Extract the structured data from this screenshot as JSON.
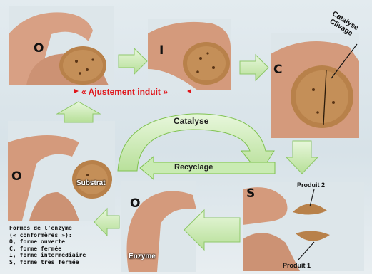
{
  "stages": {
    "open": "O",
    "intermediate": "I",
    "closed": "C",
    "very_closed": "S",
    "open_bottom": "O",
    "open_left": "O"
  },
  "labels": {
    "induced_fit": "« Ajustement induit »",
    "catalysis": "Catalyse",
    "recycling": "Recyclage",
    "catalysis_cleavage_line1": "Catalyse",
    "catalysis_cleavage_line2": "Clivage",
    "substrate": "Substrat",
    "enzyme": "Enzyme",
    "product_1": "Produit 1",
    "product_2": "Produit 2"
  },
  "legend": {
    "line1": "Formes de l'enzyme",
    "line2": "(« conformères »):",
    "line3": "O, forme ouverte",
    "line4": "C, forme fermée",
    "line5": "I, forme intermédiaire",
    "line6": "S, forme très fermée"
  },
  "colors": {
    "arrow_fill": "#c9ebb3",
    "arrow_dark": "#7fc24f",
    "induced_fit_red": "#e0161b",
    "cookie": "#b8814a",
    "skin": "#d49a7c"
  }
}
